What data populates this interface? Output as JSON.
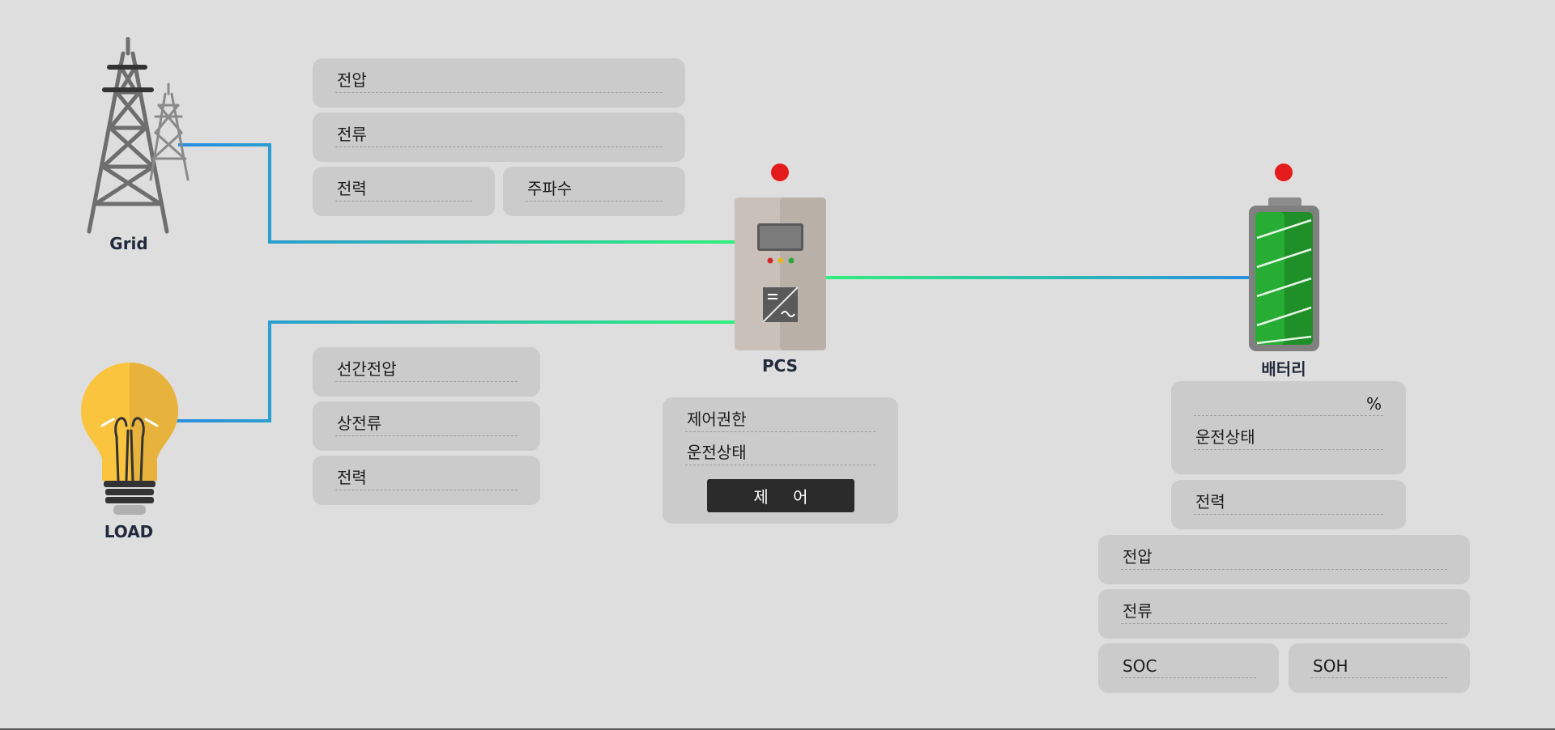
{
  "grid": {
    "label": "Grid",
    "status_color": "#e31b1b",
    "fields": {
      "voltage": "전압",
      "current": "전류",
      "power": "전력",
      "frequency": "주파수"
    }
  },
  "load": {
    "label": "LOAD",
    "fields": {
      "line_voltage": "선간전압",
      "phase_current": "상전류",
      "power": "전력"
    }
  },
  "pcs": {
    "label": "PCS",
    "status_color": "#e31b1b",
    "fields": {
      "control_authority": "제어권한",
      "run_status": "운전상태"
    },
    "control_button": "제 어"
  },
  "battery": {
    "label": "배터리",
    "status_color": "#e31b1b",
    "soc_unit": "%",
    "fields": {
      "run_status": "운전상태",
      "power": "전력",
      "voltage": "전압",
      "current": "전류",
      "soc": "SOC",
      "soh": "SOH"
    }
  },
  "colors": {
    "wire_blue": "#2a8ee0",
    "wire_green": "#2ef07a",
    "card_bg": "#cbcbcb",
    "page_bg": "#dedede"
  },
  "icons": [
    "transmission-tower-icon",
    "light-bulb-icon",
    "pcs-inverter-icon",
    "battery-icon"
  ]
}
